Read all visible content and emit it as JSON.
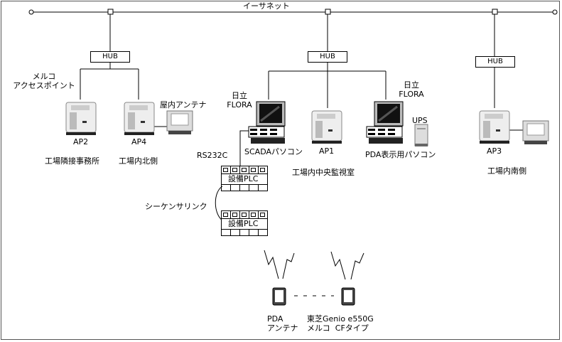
{
  "network": {
    "ethernet_label": "イーサネット"
  },
  "hubs": [
    {
      "label": "HUB"
    },
    {
      "label": "HUB"
    },
    {
      "label": "HUB"
    }
  ],
  "access_points": [
    {
      "label": "AP2",
      "location": "工場隣接事務所"
    },
    {
      "label": "AP4",
      "location": "工場内北側"
    },
    {
      "label": "AP1",
      "location": ""
    },
    {
      "label": "AP3",
      "location": "工場内南側"
    }
  ],
  "annotations": {
    "melco_ap": "メルコ\nアクセスポイント",
    "indoor_antenna": "屋内アンテナ",
    "hitachi_flora_1": "日立\nFLORA",
    "hitachi_flora_2": "日立\nFLORA",
    "ups": "UPS",
    "rs232c": "RS232C",
    "sequence_link": "シーケンサリンク",
    "central_room": "工場内中央監視室"
  },
  "pcs": [
    {
      "label": "SCADAパソコン"
    },
    {
      "label": "PDA表示用パソコン"
    }
  ],
  "plcs": [
    {
      "label": "設備PLC"
    },
    {
      "label": "設備PLC"
    }
  ],
  "pdas": [
    {
      "label": "PDA\nアンテナ"
    },
    {
      "label": "東芝Genio e550G\nメルコ  CFタイプ"
    }
  ]
}
